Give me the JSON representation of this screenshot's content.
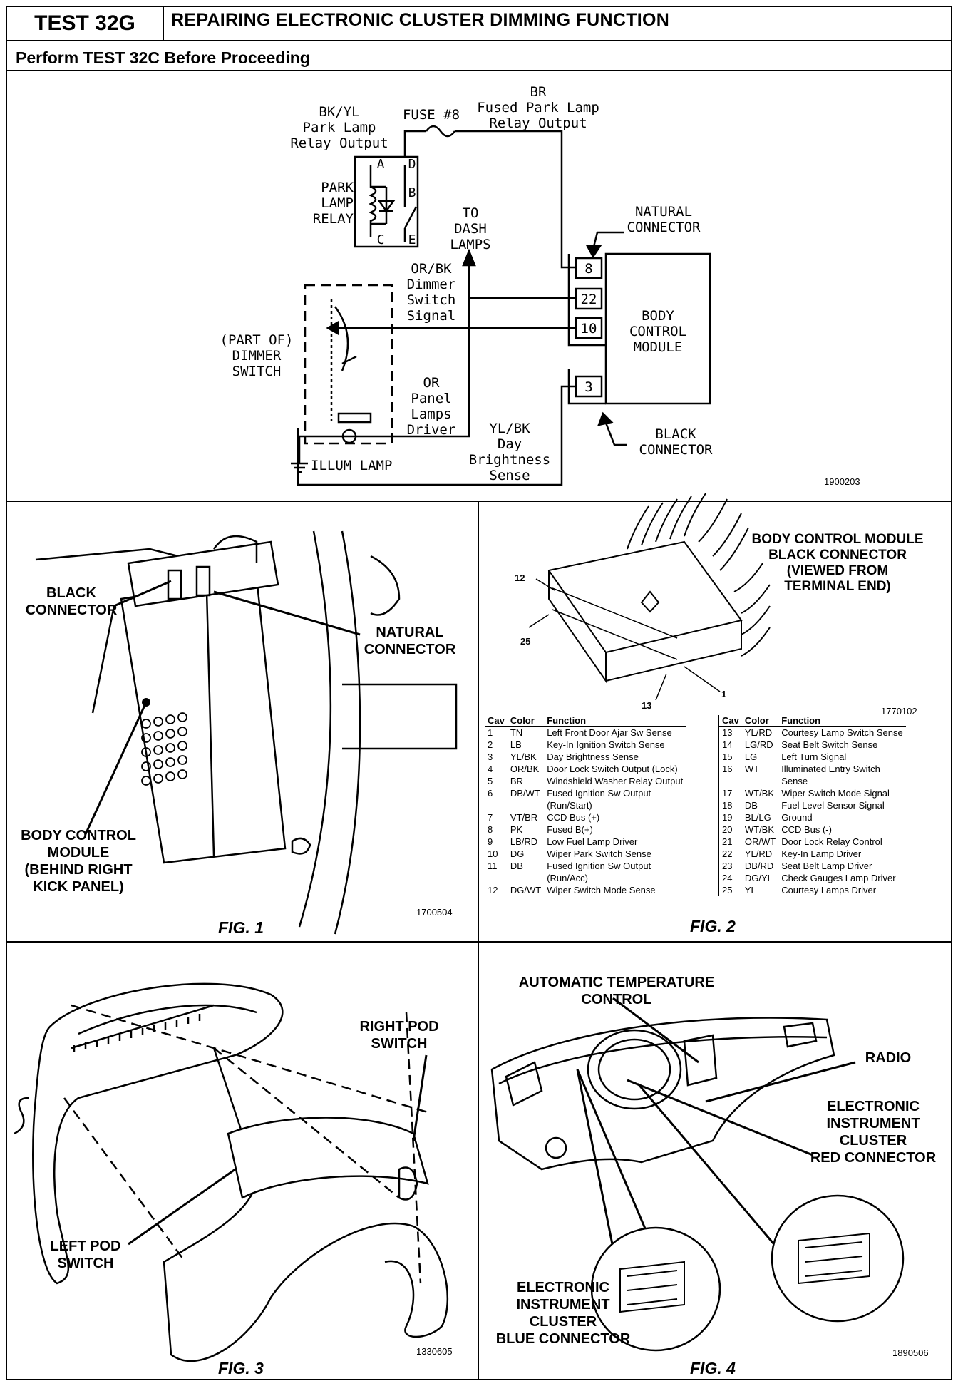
{
  "header": {
    "test_id": "TEST 32G",
    "title": "REPAIRING ELECTRONIC CLUSTER DIMMING FUNCTION",
    "subtitle": "Perform TEST 32C Before Proceeding"
  },
  "schematic": {
    "fuse_label": "FUSE #8",
    "br_wire": "BR\nFused Park Lamp\nRelay Output",
    "bkyl_wire": "BK/YL\nPark Lamp\nRelay Output",
    "relay_label": "PARK\nLAMP\nRELAY",
    "relay_pins": [
      "A",
      "D",
      "B",
      "C",
      "E"
    ],
    "to_dash": "TO\nDASH\nLAMPS",
    "natural_connector": "NATURAL\nCONNECTOR",
    "orbk_wire": "OR/BK\nDimmer\nSwitch\nSignal",
    "dimmer_label": "(PART OF)\nDIMMER\nSWITCH",
    "or_wire": "OR\nPanel\nLamps\nDriver",
    "illum_lamp": "ILLUM LAMP",
    "ylbk_wire": "YL/BK\nDay\nBrightness\nSense",
    "bcm_label": "BODY\nCONTROL\nMODULE",
    "pins": [
      "8",
      "22",
      "10",
      "3"
    ],
    "black_connector": "BLACK\nCONNECTOR",
    "code": "1900203"
  },
  "fig1": {
    "black_connector": "BLACK\nCONNECTOR",
    "natural_connector": "NATURAL\nCONNECTOR",
    "bcm": "BODY CONTROL\nMODULE\n(BEHIND RIGHT\nKICK PANEL)",
    "code": "1700504",
    "caption": "FIG. 1"
  },
  "fig2": {
    "title": "BODY CONTROL MODULE\nBLACK CONNECTOR\n(VIEWED FROM\nTERMINAL END)",
    "pin12": "12",
    "pin25": "25",
    "pin13": "13",
    "pin1": "1",
    "code": "1770102",
    "headers": [
      "Cav",
      "Color",
      "Function"
    ],
    "left_rows": [
      [
        "1",
        "TN",
        "Left Front Door Ajar Sw Sense"
      ],
      [
        "2",
        "LB",
        "Key-In Ignition Switch Sense"
      ],
      [
        "3",
        "YL/BK",
        "Day Brightness Sense"
      ],
      [
        "4",
        "OR/BK",
        "Door Lock Switch Output (Lock)"
      ],
      [
        "5",
        "BR",
        "Windshield Washer Relay Output"
      ],
      [
        "6",
        "DB/WT",
        "Fused Ignition Sw Output"
      ],
      [
        "",
        "",
        "(Run/Start)"
      ],
      [
        "7",
        "VT/BR",
        "CCD Bus (+)"
      ],
      [
        "8",
        "PK",
        "Fused B(+)"
      ],
      [
        "9",
        "LB/RD",
        "Low Fuel Lamp Driver"
      ],
      [
        "10",
        "DG",
        "Wiper Park Switch Sense"
      ],
      [
        "11",
        "DB",
        "Fused Ignition Sw Output"
      ],
      [
        "",
        "",
        "(Run/Acc)"
      ],
      [
        "12",
        "DG/WT",
        "Wiper Switch Mode Sense"
      ]
    ],
    "right_rows": [
      [
        "13",
        "YL/RD",
        "Courtesy Lamp Switch Sense"
      ],
      [
        "14",
        "LG/RD",
        "Seat Belt Switch Sense"
      ],
      [
        "15",
        "LG",
        "Left Turn Signal"
      ],
      [
        "16",
        "WT",
        "Illuminated Entry Switch"
      ],
      [
        "",
        "",
        "Sense"
      ],
      [
        "17",
        "WT/BK",
        "Wiper Switch Mode Signal"
      ],
      [
        "18",
        "DB",
        "Fuel Level Sensor Signal"
      ],
      [
        "19",
        "BL/LG",
        "Ground"
      ],
      [
        "20",
        "WT/BK",
        "CCD Bus (-)"
      ],
      [
        "21",
        "OR/WT",
        "Door Lock Relay Control"
      ],
      [
        "22",
        "YL/RD",
        "Key-In Lamp Driver"
      ],
      [
        "23",
        "DB/RD",
        "Seat Belt Lamp Driver"
      ],
      [
        "24",
        "DG/YL",
        "Check Gauges Lamp Driver"
      ],
      [
        "25",
        "YL",
        "Courtesy Lamps Driver"
      ]
    ],
    "caption": "FIG. 2"
  },
  "fig3": {
    "right_pod": "RIGHT POD\nSWITCH",
    "left_pod": "LEFT POD\nSWITCH",
    "code": "1330605",
    "caption": "FIG. 3"
  },
  "fig4": {
    "atc": "AUTOMATIC TEMPERATURE\nCONTROL",
    "radio": "RADIO",
    "red_connector": "ELECTRONIC\nINSTRUMENT\nCLUSTER\nRED CONNECTOR",
    "blue_connector": "ELECTRONIC\nINSTRUMENT\nCLUSTER\nBLUE CONNECTOR",
    "code": "1890506",
    "caption": "FIG. 4"
  }
}
